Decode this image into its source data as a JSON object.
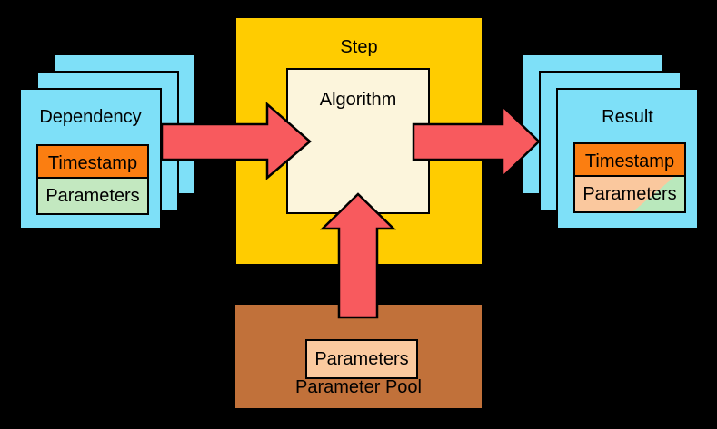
{
  "colors": {
    "background": "#000000",
    "card": "#7EE0F8",
    "timestamp": "#FB7E11",
    "parameters_green": "#C3E8C0",
    "result_parameters_peach": "#FAC89E",
    "result_parameters_green": "#B9E8BC",
    "step": "#FFCC00",
    "algorithm": "#FCF5DC",
    "pool": "#C1713A",
    "pool_parameters": "#FBCA9F",
    "arrow": "#F85A5E"
  },
  "dependency_stack": {
    "title": "Dependency",
    "timestamp": "Timestamp",
    "parameters": "Parameters"
  },
  "step": {
    "title": "Step",
    "algorithm": "Algorithm"
  },
  "result_stack": {
    "title": "Result",
    "timestamp": "Timestamp",
    "parameters": "Parameters"
  },
  "parameter_pool": {
    "title": "Parameter Pool",
    "parameters": "Parameters"
  }
}
